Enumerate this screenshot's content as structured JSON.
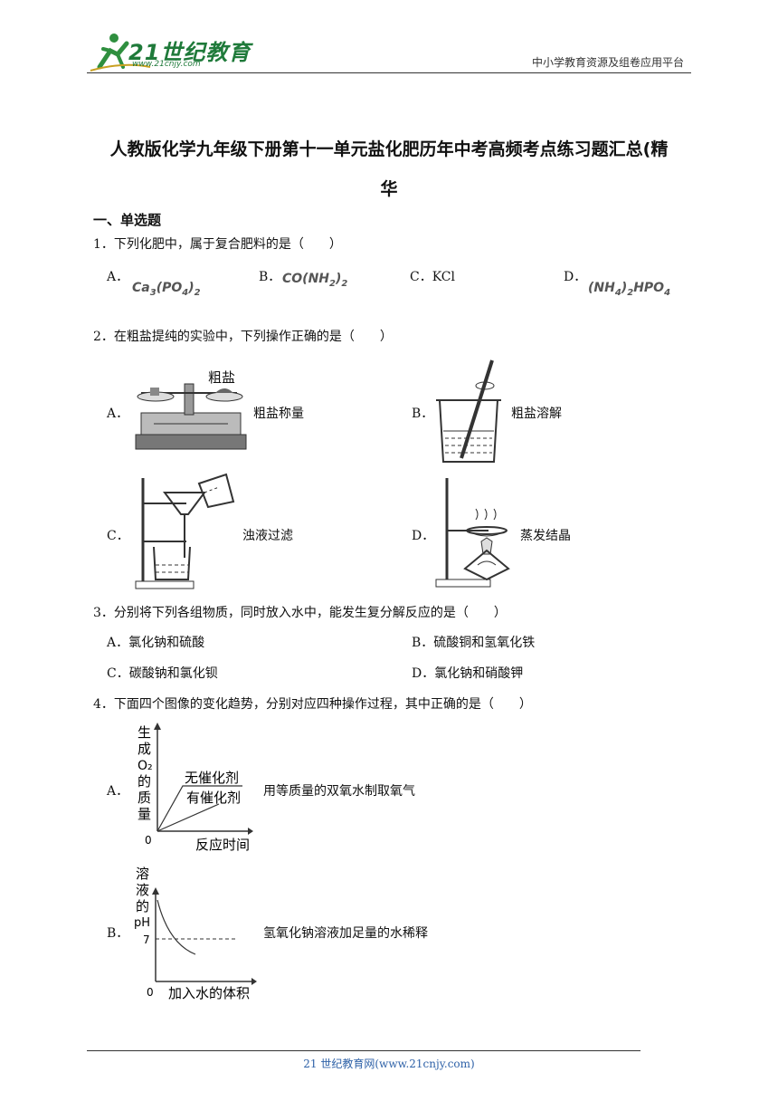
{
  "header": {
    "logo_text": "21世纪教育",
    "logo_url": "www.21cnjy.com",
    "platform": "中小学教育资源及组卷应用平台"
  },
  "title_line1": "人教版化学九年级下册第十一单元盐化肥历年中考高频考点练习题汇总(精",
  "title_line2": "华",
  "section": "一、单选题",
  "q1": {
    "stem": "1．下列化肥中，属于复合肥料的是（　　）",
    "a": "A．",
    "b": "B．",
    "c": "C．KCl",
    "d": "D．",
    "fa_main": "Ca",
    "fa_s1": "3",
    "fa_mid": "(PO",
    "fa_s2": "4",
    "fa_end": ")",
    "fa_s3": "2",
    "fb_main": "CO(NH",
    "fb_s1": "2",
    "fb_end": ")",
    "fb_s2": "2",
    "fd_main": "(NH",
    "fd_s1": "4",
    "fd_mid": ")",
    "fd_s2": "2",
    "fd_end": "HPO",
    "fd_s3": "4"
  },
  "q2": {
    "stem": "2．在粗盐提纯的实验中，下列操作正确的是（　　）",
    "a": "A．",
    "a_cap": "粗盐称量",
    "a_label": "粗盐",
    "b": "B．",
    "b_cap": "粗盐溶解",
    "c": "C．",
    "c_cap": "浊液过滤",
    "d": "D．",
    "d_cap": "蒸发结晶"
  },
  "q3": {
    "stem": "3．分别将下列各组物质，同时放入水中，能发生复分解反应的是（　　）",
    "a": "A．氯化钠和硫酸",
    "b": "B．硫酸铜和氢氧化铁",
    "c": "C．碳酸钠和氯化钡",
    "d": "D．氯化钠和硝酸钾"
  },
  "q4": {
    "stem": "4．下面四个图像的变化趋势，分别对应四种操作过程，其中正确的是（　　）",
    "a": "A．",
    "a_cap": "用等质量的双氧水制取氧气",
    "a_y1": "生",
    "a_y2": "成",
    "a_y3": "O₂",
    "a_y4": "的",
    "a_y5": "质",
    "a_y6": "量",
    "a_origin": "0",
    "a_x": "反应时间",
    "a_l1": "无催化剂",
    "a_l2": "有催化剂",
    "b": "B．",
    "b_cap": "氢氧化钠溶液加足量的水稀释",
    "b_y1": "溶",
    "b_y2": "液",
    "b_y3": "的",
    "b_y4": "pH",
    "b_seven": "7",
    "b_origin": "0",
    "b_x": "加入水的体积"
  },
  "footer": "21 世纪教育网(www.21cnjy.com)"
}
